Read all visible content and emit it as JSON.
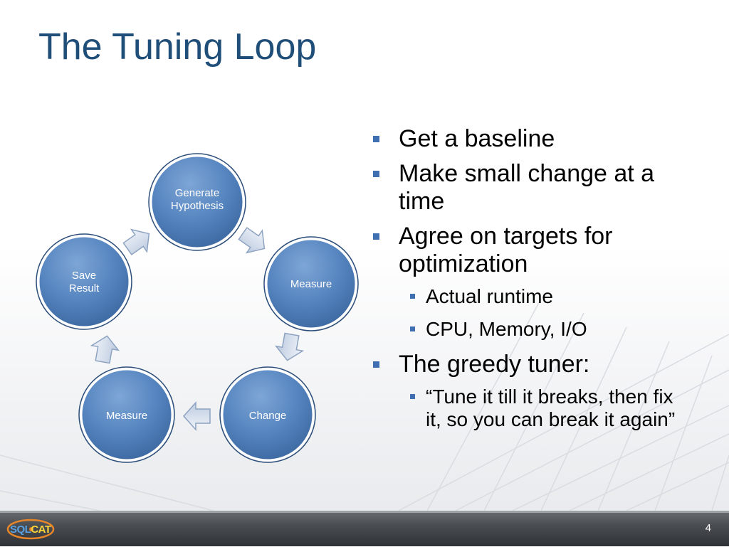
{
  "slide": {
    "title": "The Tuning Loop",
    "page_number": "4"
  },
  "cycle": {
    "nodes": [
      {
        "lines": [
          "Generate",
          "Hypothesis"
        ]
      },
      {
        "lines": [
          "Measure"
        ]
      },
      {
        "lines": [
          "Change"
        ]
      },
      {
        "lines": [
          "Measure"
        ]
      },
      {
        "lines": [
          "Save",
          "Result"
        ]
      }
    ]
  },
  "bullets": [
    {
      "level": 1,
      "text": "Get a baseline"
    },
    {
      "level": 1,
      "text": "Make small change at a time"
    },
    {
      "level": 1,
      "text": "Agree on targets for optimization"
    },
    {
      "level": 2,
      "text": "Actual runtime"
    },
    {
      "level": 2,
      "text": "CPU, Memory, I/O"
    },
    {
      "level": 1,
      "text": "The greedy tuner:"
    },
    {
      "level": 2,
      "text": "“Tune it till it breaks, then fix it, so you can break it again”"
    }
  ],
  "logo": {
    "part1": "SQL",
    "part2": "CAT"
  },
  "colors": {
    "title": "#1f4e79",
    "node_fill": "#4f81bd",
    "node_border": "#2c4e7a",
    "arrow_fill": "#d6dfec",
    "bullet": "#3f6fb0"
  }
}
